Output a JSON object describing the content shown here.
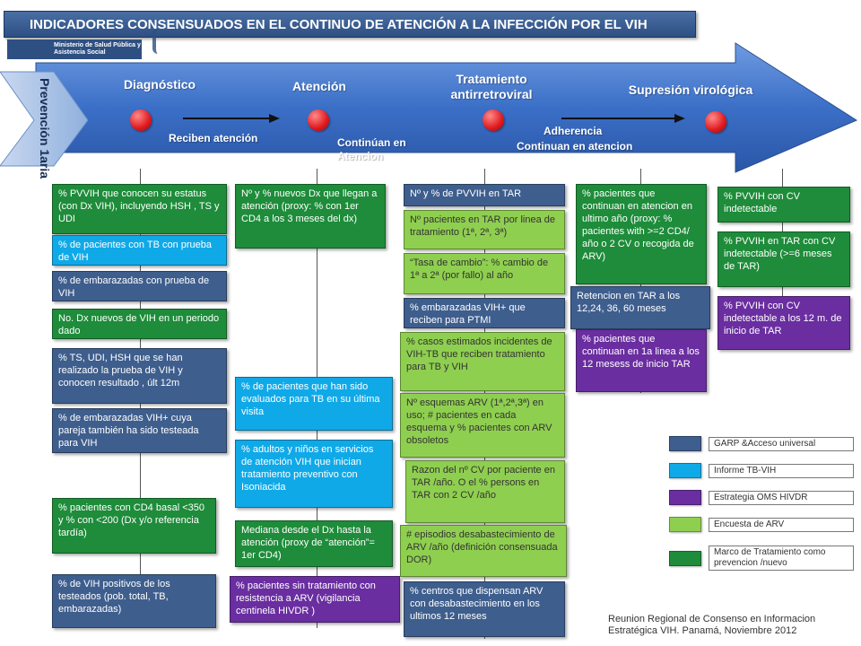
{
  "title": "INDICADORES CONSENSUADOS EN EL CONTINUO DE ATENCIÓN A LA INFECCIÓN POR EL VIH",
  "logo_text": "Ministerio de Salud Pública y Asistencia Social",
  "prevention": "Prevención 1aria",
  "stages": {
    "diagnostico": "Diagnóstico",
    "atencion": "Atención",
    "tratamiento": "Tratamiento antirretroviral",
    "supresion": "Supresión virológica"
  },
  "transitions": {
    "reciben": "Reciben atención",
    "continuan": "Continúan en Atencion",
    "adherencia": "Adherencia",
    "continuan2": "Continuan en atencion"
  },
  "colors": {
    "blue": "#3e5e8d",
    "green": "#1e8c3a",
    "cyan": "#10a9e8",
    "purple": "#6a2ea0",
    "lime": "#8fcf50",
    "marker": "#e0191e"
  },
  "col1": [
    "% PVVIH que conocen su estatus (con Dx VIH), incluyendo HSH , TS y UDI",
    "% de pacientes con TB con prueba de VIH",
    "% de embarazadas con prueba de VIH",
    "No. Dx nuevos de VIH en un periodo dado",
    "% TS, UDI, HSH que se han realizado la prueba de VIH y conocen resultado , últ 12m",
    "% de embarazadas VIH+ cuya pareja también ha sido testeada para VIH",
    "% pacientes con CD4 basal <350 y % con <200 (Dx y/o referencia tardía)",
    "% de VIH positivos de los testeados (pob. total, TB, embarazadas)"
  ],
  "col2": [
    "Nº y % nuevos Dx que llegan a atención (proxy: % con 1er CD4 a los 3 meses del dx)",
    "% de pacientes que han sido evaluados para TB en su última visita",
    "% adultos y niños en servicios de atención VIH que inician tratamiento preventivo con Isoniacida",
    "Mediana desde el Dx hasta la atención (proxy de “atención”= 1er CD4)",
    "% pacientes sin tratamiento con resistencia a ARV (vigilancia centinela HIVDR )"
  ],
  "col3": [
    "Nº y % de PVVIH en TAR",
    "Nº pacientes en TAR por linea de tratamiento (1ª, 2ª, 3ª)",
    "“Tasa de cambio”: % cambio de 1ª a 2ª (por fallo) al año",
    "% embarazadas VIH+ que reciben para PTMI",
    "% casos estimados incidentes de VIH-TB que reciben tratamiento para TB y VIH",
    "Nº esquemas ARV (1ª,2ª,3ª) en uso; # pacientes en cada esquema y % pacientes con ARV obsoletos",
    "Razon del nº CV por paciente en TAR /año. O el % persons en TAR con 2 CV /año",
    "# episodios desabastecimiento de ARV /año (definición consensuada DOR)",
    "% centros que dispensan ARV con desabastecimiento en los ultimos 12 meses"
  ],
  "col4": [
    "% pacientes que continuan en atencion en ultimo año (proxy: % pacientes with >=2 CD4/ año o 2 CV o recogida de ARV)",
    "Retencion en TAR a los 12,24, 36, 60 meses",
    "% pacientes que continuan en 1a linea a los 12 mesess de inicio TAR"
  ],
  "col5": [
    "% PVVIH con CV indetectable",
    "% PVVIH en TAR con CV indetectable (>=6 meses de TAR)",
    "% PVVIH con CV indetectable a los 12 m. de inicio de TAR"
  ],
  "legend": [
    "GARP &Acceso universal",
    "Informe TB-VIH",
    "Estrategia OMS HIVDR",
    "Encuesta de ARV",
    "Marco de Tratamiento como prevencion /nuevo"
  ],
  "footer": "Reunion Regional de Consenso en Informacion Estratégica VIH. Panamá, Noviembre 2012"
}
